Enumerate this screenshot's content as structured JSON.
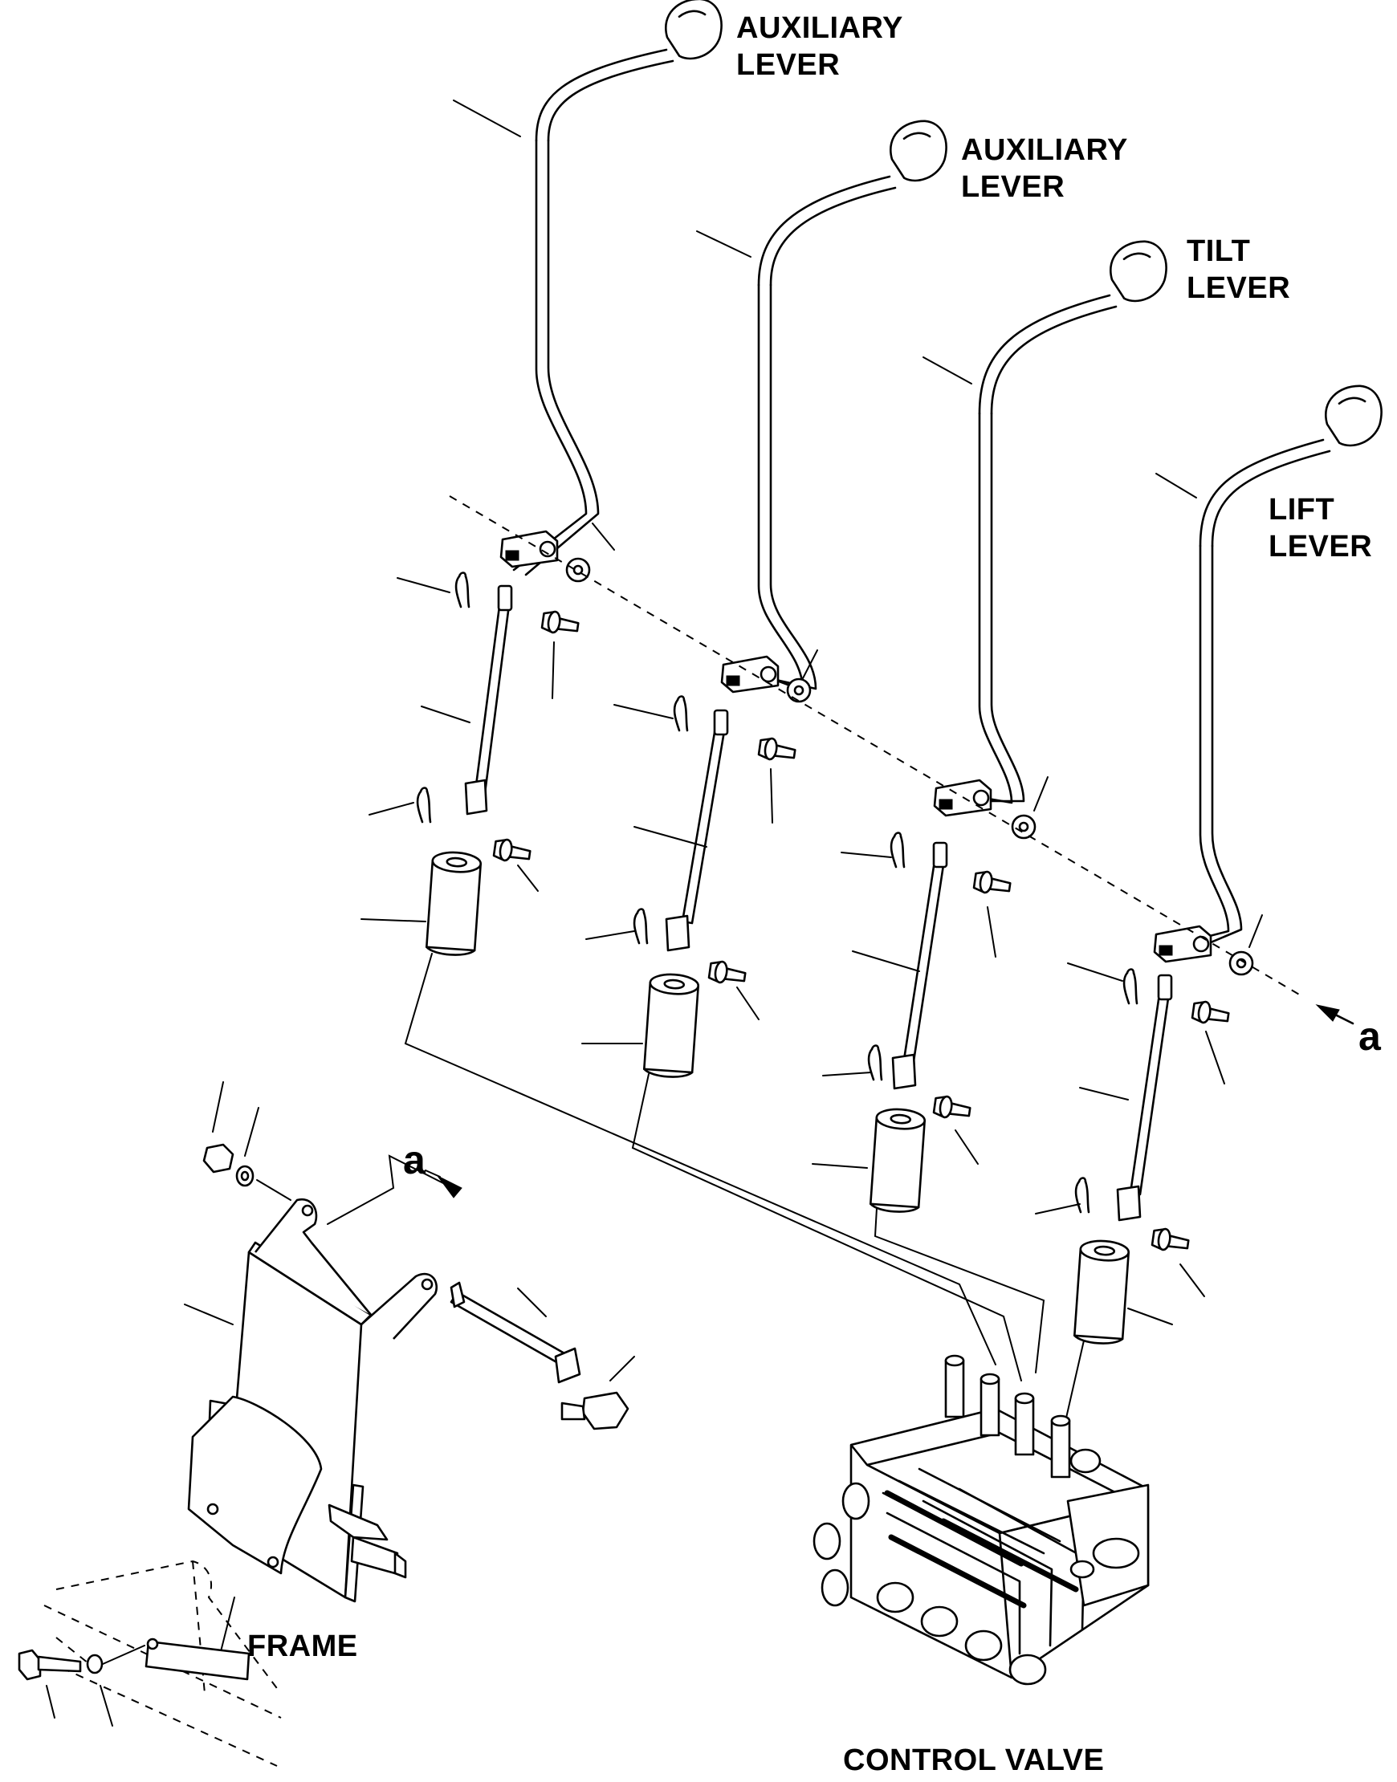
{
  "labels": {
    "auxiliary_lever_1": [
      "AUXILIARY",
      "LEVER"
    ],
    "auxiliary_lever_2": [
      "AUXILIARY",
      "LEVER"
    ],
    "tilt_lever": [
      "TILT",
      "LEVER"
    ],
    "lift_lever": [
      "LIFT",
      "LEVER"
    ],
    "frame": "FRAME",
    "control_valve": "CONTROL VALVE",
    "view_ref_right": "a",
    "view_ref_bracket": "a"
  }
}
